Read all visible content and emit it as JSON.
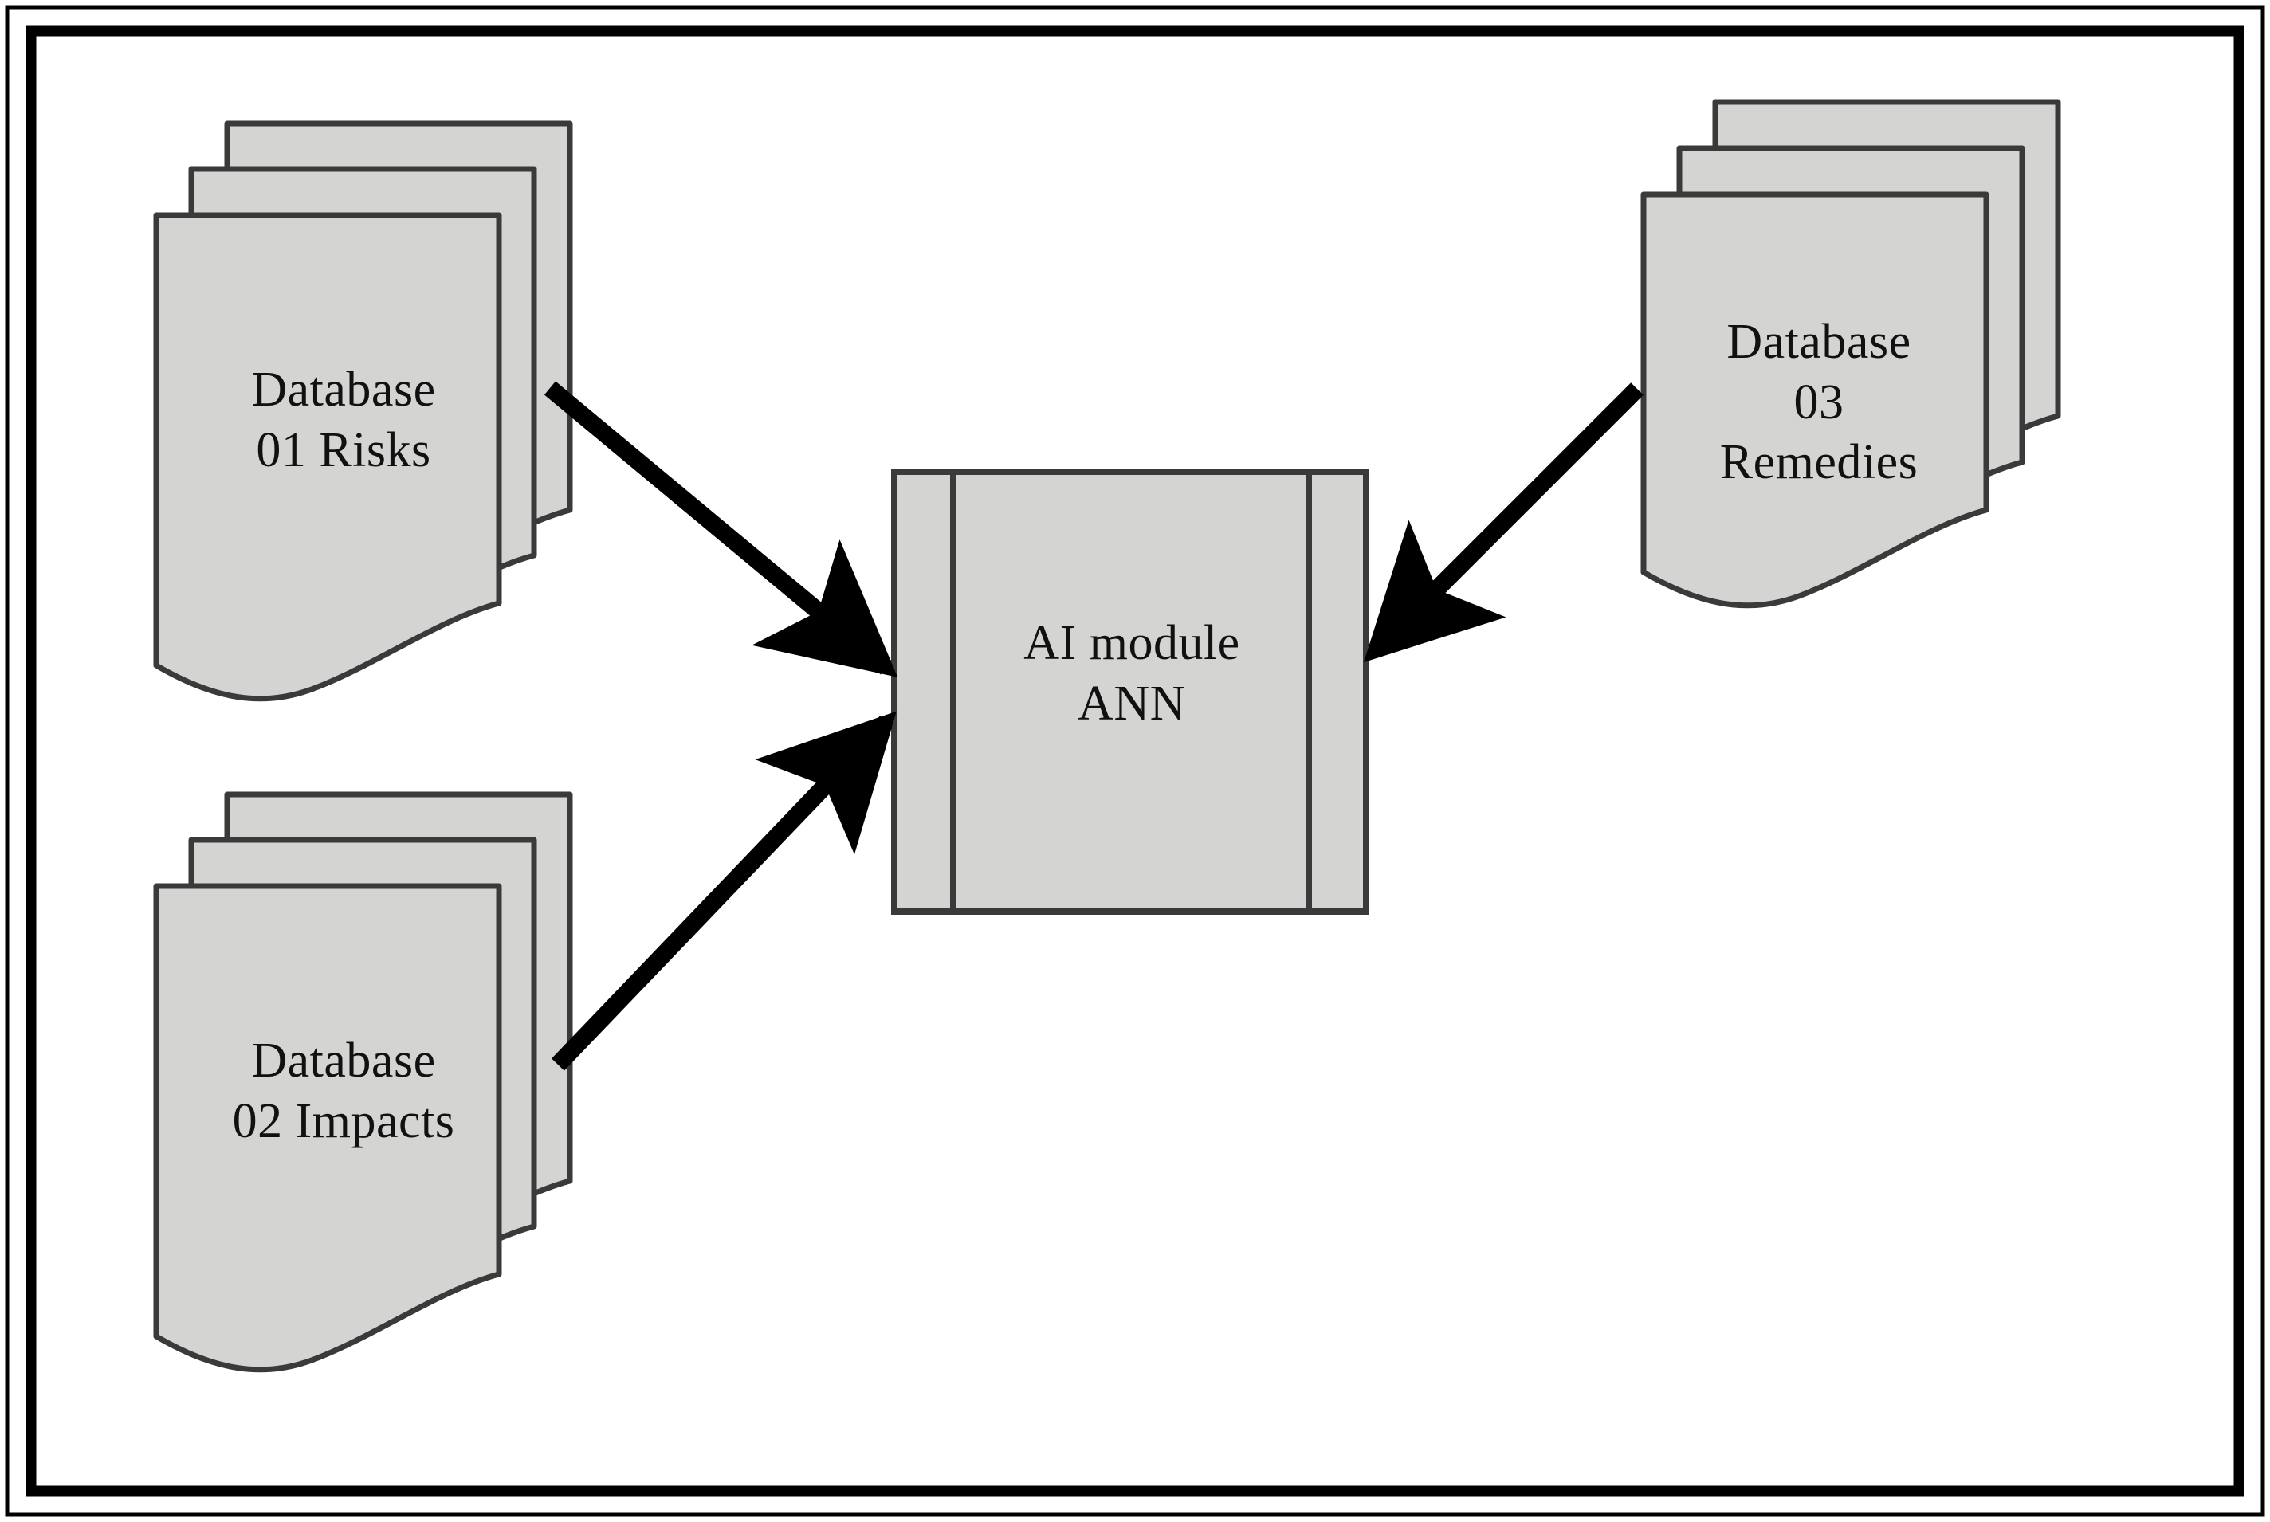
{
  "figure": {
    "kind": "block-flow-diagram",
    "background_color": "#ffffff",
    "outer_frame": {
      "name": "double-rule-border",
      "outer_line_color": "#000000",
      "inner_line_color": "#000000"
    },
    "palette": {
      "node_fill": "#d4d4d2",
      "node_stroke": "#3a3a3a",
      "arrow_color": "#000000",
      "text_color": "#111111"
    }
  },
  "nodes": [
    {
      "id": "db01",
      "shape": "multi-document-stack",
      "sheets": 3,
      "label": "Database\n01 Risks",
      "label_lines": [
        "Database",
        "01 Risks"
      ]
    },
    {
      "id": "db02",
      "shape": "multi-document-stack",
      "sheets": 3,
      "label": "Database\n02 Impacts",
      "label_lines": [
        "Database",
        "02 Impacts"
      ]
    },
    {
      "id": "db03",
      "shape": "multi-document-stack",
      "sheets": 3,
      "label": "Database\n03\nRemedies",
      "label_lines": [
        "Database",
        "03",
        "Remedies"
      ]
    },
    {
      "id": "ai",
      "shape": "predefined-process",
      "label": "AI module\nANN",
      "label_lines": [
        "AI module",
        "ANN"
      ]
    }
  ],
  "edges": [
    {
      "id": "e1",
      "from": "db01",
      "to": "ai",
      "style": "solid",
      "arrowhead": "filled-triangle",
      "direction": "down-right"
    },
    {
      "id": "e2",
      "from": "db02",
      "to": "ai",
      "style": "solid",
      "arrowhead": "filled-triangle",
      "direction": "up-right"
    },
    {
      "id": "e3",
      "from": "db03",
      "to": "ai",
      "style": "solid",
      "arrowhead": "filled-triangle",
      "direction": "down-left"
    }
  ]
}
